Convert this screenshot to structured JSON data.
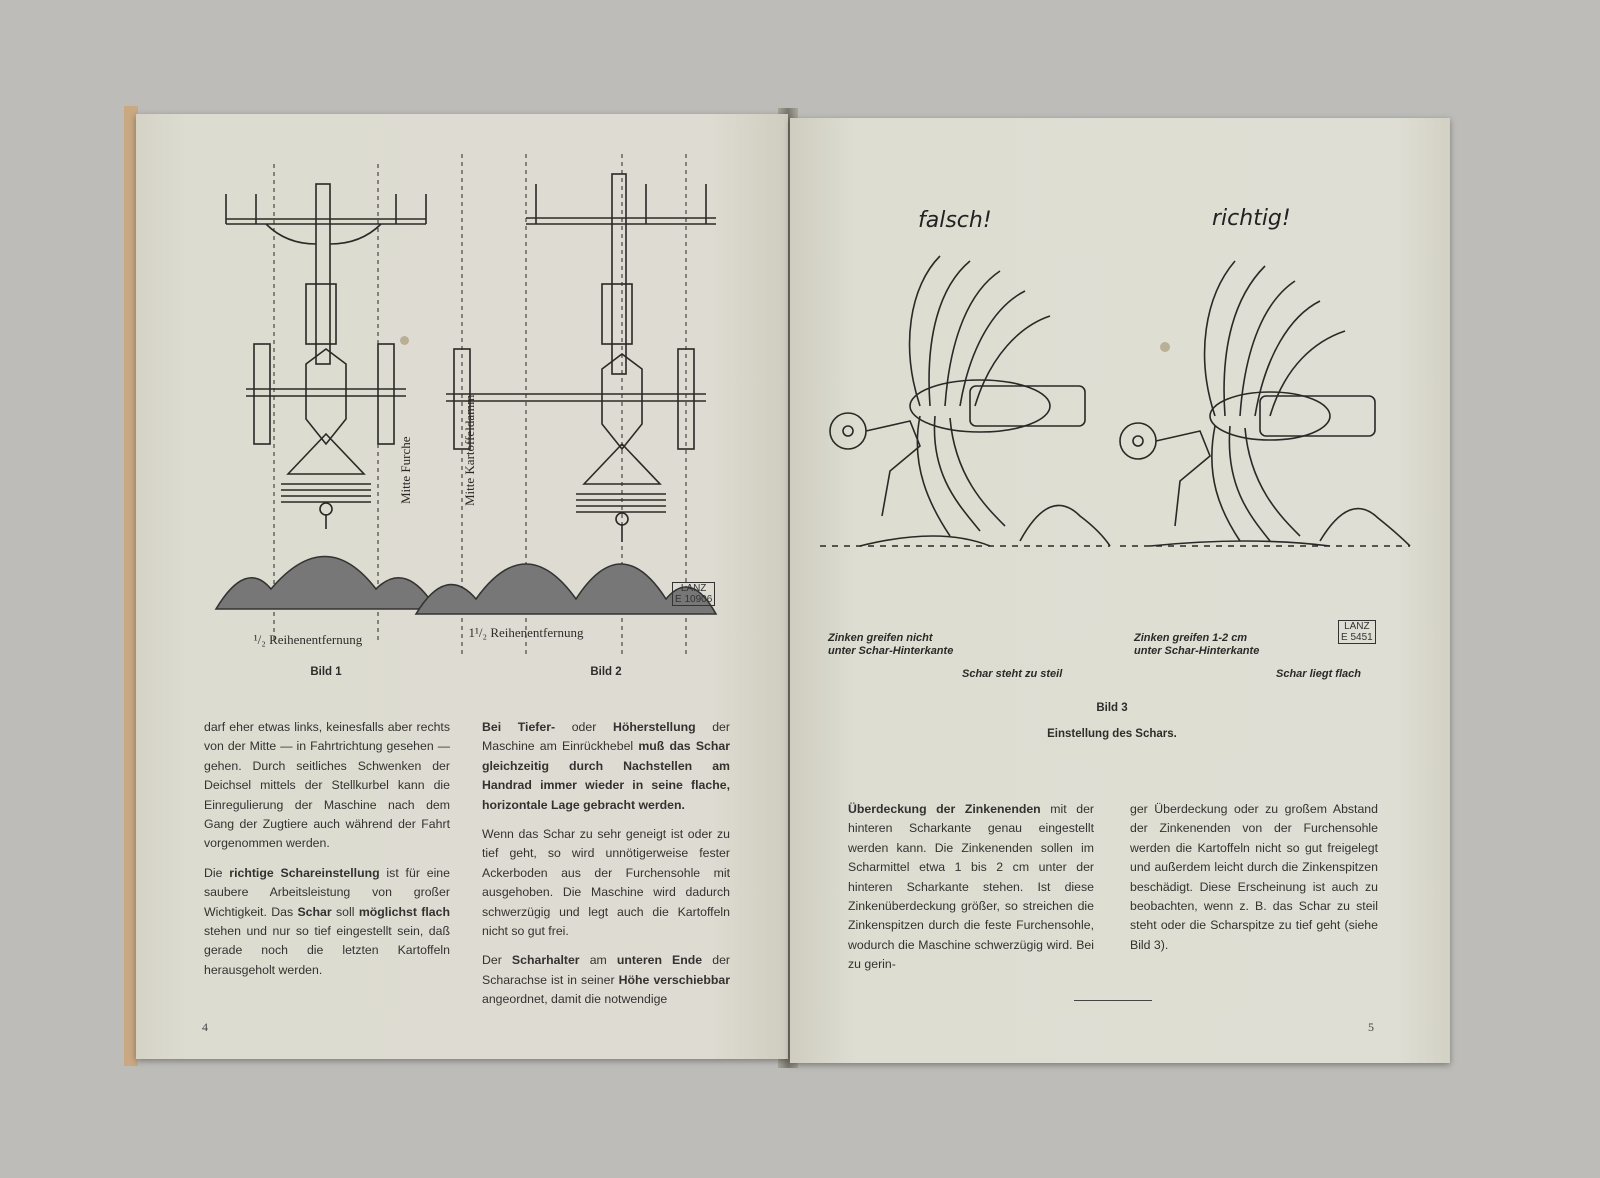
{
  "left_page": {
    "figure1": {
      "dimension_label": "¹/₂ Reihenentfernung",
      "caption": "Bild 1"
    },
    "figure2": {
      "label_furche": "Mitte Furche",
      "label_damm": "Mitte Kartoffeldamm",
      "dimension_label": "1¹/₂ Reihenentfernung",
      "caption": "Bild 2",
      "stamp_brand": "LANZ",
      "stamp_code": "E 10906"
    },
    "col1": {
      "p1": "darf eher etwas links, keinesfalls aber rechts von der Mitte — in Fahrtrichtung gesehen — gehen. Durch seitliches Schwenken der Deichsel mittels der Stellkurbel kann die Einregulierung der Maschine nach dem Gang der Zugtiere auch während der Fahrt vorgenommen werden.",
      "p2_a": "Die ",
      "p2_b": "richtige Schareinstellung",
      "p2_c": " ist für eine saubere Arbeitsleistung von großer Wichtigkeit. Das ",
      "p2_d": "Schar",
      "p2_e": " soll ",
      "p2_f": "möglichst flach",
      "p2_g": " stehen und nur so tief eingestellt sein, daß gerade noch die letzten Kartoffeln herausgeholt werden."
    },
    "col2": {
      "p1_a": "Bei Tiefer-",
      "p1_b": " oder ",
      "p1_c": "Höherstellung",
      "p1_d": " der Maschine am Einrückhebel ",
      "p1_e": "muß das Schar gleichzeitig durch Nachstellen am Handrad immer wieder in seine flache, horizontale Lage gebracht werden.",
      "p2": "Wenn das Schar zu sehr geneigt ist oder zu tief geht, so wird unnötigerweise fester Ackerboden aus der Furchensohle mit ausgehoben. Die Maschine wird dadurch schwerzügig und legt auch die Kartoffeln nicht so gut frei.",
      "p3_a": "Der ",
      "p3_b": "Scharhalter",
      "p3_c": " am ",
      "p3_d": "unteren Ende",
      "p3_e": " der Scharachse ist in seiner ",
      "p3_f": "Höhe verschiebbar",
      "p3_g": " angeordnet, damit die notwendige"
    },
    "page_number": "4"
  },
  "right_page": {
    "heading_wrong": "falsch!",
    "heading_right": "richtig!",
    "label_wrong_tines": "Zinken greifen nicht\nunter Schar-Hinterkante",
    "label_wrong_share": "Schar steht zu steil",
    "label_right_tines": "Zinken greifen 1-2 cm\nunter Schar-Hinterkante",
    "label_right_share": "Schar liegt flach",
    "stamp_brand": "LANZ",
    "stamp_code": "E 5451",
    "caption_num": "Bild 3",
    "caption_text": "Einstellung des Schars.",
    "col1_a": "Überdeckung der Zinkenenden",
    "col1_b": " mit der hinteren Scharkante genau eingestellt werden kann. Die Zinkenenden sollen im Scharmittel etwa 1 bis 2 cm unter der hinteren Scharkante stehen. Ist diese Zinkenüberdeckung größer, so streichen die Zinkenspitzen durch die feste Furchensohle, wodurch die Maschine schwerzügig wird. Bei zu gerin-",
    "col2": "ger Überdeckung oder zu großem Abstand der Zinkenenden von der Furchensohle werden die Kartoffeln nicht so gut freigelegt und außerdem leicht durch die Zinkenspitzen beschädigt. Diese Erscheinung ist auch zu beobachten, wenn z. B. das Schar zu steil steht oder die Scharspitze zu tief geht (siehe Bild 3).",
    "page_number": "5"
  }
}
